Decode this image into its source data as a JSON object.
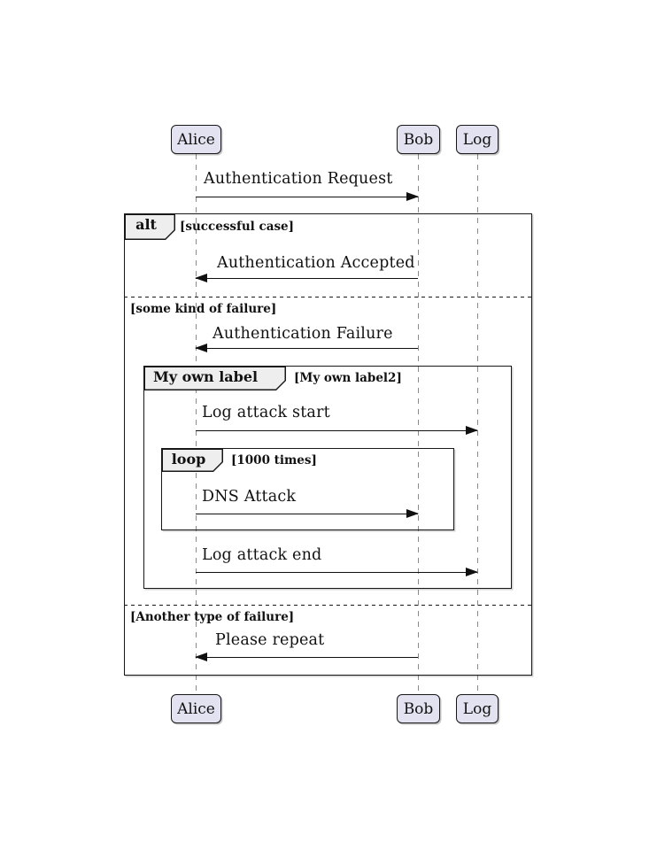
{
  "diagram_type": "sequence-diagram",
  "participants": [
    {
      "name": "Alice"
    },
    {
      "name": "Bob"
    },
    {
      "name": "Log"
    }
  ],
  "alt_frame": {
    "label": "alt",
    "guard": "[successful case]"
  },
  "dividers": [
    {
      "guard": "[some kind of failure]"
    },
    {
      "guard": "[Another type of failure]"
    }
  ],
  "group_frame": {
    "label": "My own label",
    "guard": "[My own label2]"
  },
  "loop_frame": {
    "label": "loop",
    "guard": "[1000 times]"
  },
  "messages": [
    {
      "label": "Authentication Request",
      "from": "Alice",
      "to": "Bob",
      "direction": "right"
    },
    {
      "label": "Authentication Accepted",
      "from": "Bob",
      "to": "Alice",
      "direction": "left"
    },
    {
      "label": "Authentication Failure",
      "from": "Bob",
      "to": "Alice",
      "direction": "left"
    },
    {
      "label": "Log attack start",
      "from": "Alice",
      "to": "Log",
      "direction": "right"
    },
    {
      "label": "DNS Attack",
      "from": "Alice",
      "to": "Bob",
      "direction": "right"
    },
    {
      "label": "Log attack end",
      "from": "Alice",
      "to": "Log",
      "direction": "right"
    },
    {
      "label": "Please repeat",
      "from": "Bob",
      "to": "Alice",
      "direction": "left"
    }
  ],
  "colors": {
    "participant_fill": "#E2E2F0",
    "frame_label_fill": "#EEEEEE",
    "border": "#181818",
    "lifeline": "#8A8A8A",
    "arrow": "#101010",
    "background": "#FFFFFF",
    "text": "#111111"
  }
}
